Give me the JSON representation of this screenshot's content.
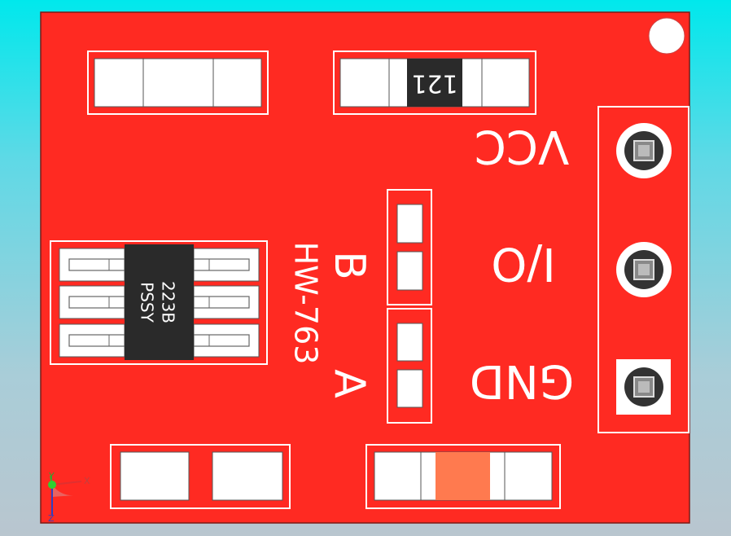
{
  "board": {
    "color": "#ff2a22",
    "silkscreen_color": "#ffffff",
    "chip_color": "#2a2a2a",
    "model_label": "HW-763"
  },
  "pin_labels": {
    "vcc": "VCC",
    "io": "I/O",
    "gnd": "GND"
  },
  "jumper_labels": {
    "b": "B",
    "a": "A"
  },
  "components": {
    "resistor_code": "121",
    "ic_line1": "223B",
    "ic_line2": "PSSY",
    "led_color": "#ff7a4f"
  },
  "axis_triad": {
    "x": "X",
    "y": "Y",
    "z": "Z"
  }
}
